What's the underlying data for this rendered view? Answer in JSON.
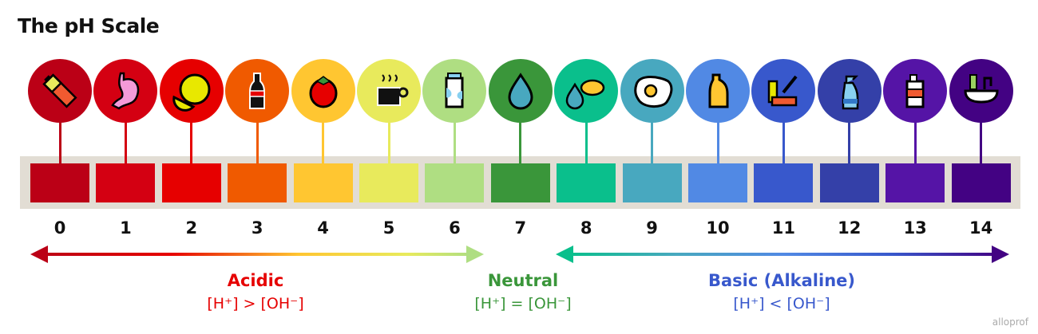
{
  "title": "The pH Scale",
  "levels": [
    {
      "ph": "0",
      "color": "#bb0016",
      "icon": "battery-icon"
    },
    {
      "ph": "1",
      "color": "#d40012",
      "icon": "stomach-icon"
    },
    {
      "ph": "2",
      "color": "#e60000",
      "icon": "lemon-icon"
    },
    {
      "ph": "3",
      "color": "#f05a00",
      "icon": "soda-bottle-icon"
    },
    {
      "ph": "4",
      "color": "#ffc631",
      "icon": "tomato-icon"
    },
    {
      "ph": "5",
      "color": "#e8ea5c",
      "icon": "coffee-icon"
    },
    {
      "ph": "6",
      "color": "#afde82",
      "icon": "milk-icon"
    },
    {
      "ph": "7",
      "color": "#3a963a",
      "icon": "water-drop-icon"
    },
    {
      "ph": "8",
      "color": "#0abf8c",
      "icon": "seawater-fish-icon"
    },
    {
      "ph": "9",
      "color": "#48a8bf",
      "icon": "egg-icon"
    },
    {
      "ph": "10",
      "color": "#5189e4",
      "icon": "detergent-icon"
    },
    {
      "ph": "11",
      "color": "#3858cc",
      "icon": "hair-dye-icon"
    },
    {
      "ph": "12",
      "color": "#3440a8",
      "icon": "spray-cleaner-icon"
    },
    {
      "ph": "13",
      "color": "#5514a6",
      "icon": "bleach-icon"
    },
    {
      "ph": "14",
      "color": "#430283",
      "icon": "drain-cleaner-icon"
    }
  ],
  "regions": {
    "acidic": {
      "label": "Acidic",
      "formula": "[H⁺] > [OH⁻]",
      "color": "#e60000"
    },
    "neutral": {
      "label": "Neutral",
      "formula": "[H⁺] = [OH⁻]",
      "color": "#3a963a"
    },
    "basic": {
      "label": "Basic (Alkaline)",
      "formula": "[H⁺] < [OH⁻]",
      "color": "#3858cc"
    }
  },
  "logo": "alloprof"
}
